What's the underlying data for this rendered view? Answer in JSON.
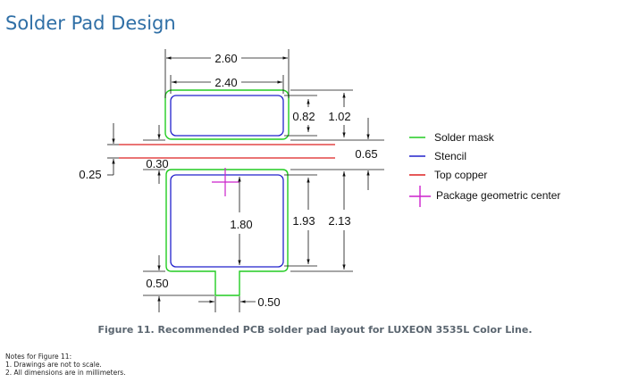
{
  "title": "Solder Pad Design",
  "caption": "Figure 11. Recommended PCB solder pad layout for LUXEON 3535L Color Line.",
  "dimensions": {
    "top_width_outer": "2.60",
    "top_width_inner": "2.40",
    "top_pad_height_inner": "0.82",
    "top_pad_height_outer": "1.02",
    "gap_right": "0.65",
    "gap_left_inner": "0.30",
    "gap_left_outer": "0.25",
    "bottom_inner_height": "1.80",
    "bottom_height_inner": "1.93",
    "bottom_height_outer": "2.13",
    "tab_offset": "0.50",
    "tab_width": "0.50"
  },
  "legend": {
    "solder_mask": "Solder mask",
    "stencil": "Stencil",
    "top_copper": "Top copper",
    "center": "Package geometric center"
  },
  "colors": {
    "solder_mask": "#22cc22",
    "stencil": "#2222cc",
    "top_copper": "#dd2222",
    "center": "#cc22cc",
    "title": "#2f6fa6"
  },
  "notes": {
    "heading": "Notes for Figure 11:",
    "items": [
      "1.  Drawings are not to scale.",
      "2.  All dimensions are in millimeters."
    ]
  }
}
